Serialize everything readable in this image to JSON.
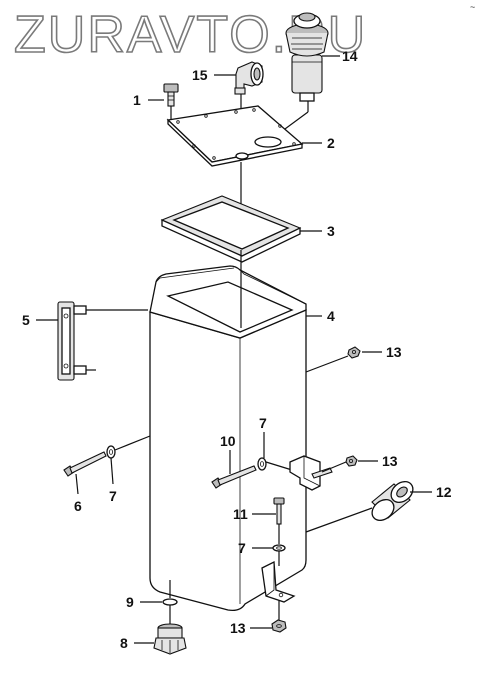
{
  "watermark": "ZURAVTO.RU",
  "corner_mark": "~",
  "callouts": [
    {
      "id": "c1",
      "label": "1"
    },
    {
      "id": "c2",
      "label": "2"
    },
    {
      "id": "c3",
      "label": "3"
    },
    {
      "id": "c4",
      "label": "4"
    },
    {
      "id": "c5",
      "label": "5"
    },
    {
      "id": "c6",
      "label": "6"
    },
    {
      "id": "c7a",
      "label": "7"
    },
    {
      "id": "c7b",
      "label": "7"
    },
    {
      "id": "c7c",
      "label": "7"
    },
    {
      "id": "c8",
      "label": "8"
    },
    {
      "id": "c9",
      "label": "9"
    },
    {
      "id": "c10",
      "label": "10"
    },
    {
      "id": "c11",
      "label": "11"
    },
    {
      "id": "c12",
      "label": "12"
    },
    {
      "id": "c13a",
      "label": "13"
    },
    {
      "id": "c13b",
      "label": "13"
    },
    {
      "id": "c13c",
      "label": "13"
    },
    {
      "id": "c14",
      "label": "14"
    },
    {
      "id": "c15",
      "label": "15"
    }
  ]
}
